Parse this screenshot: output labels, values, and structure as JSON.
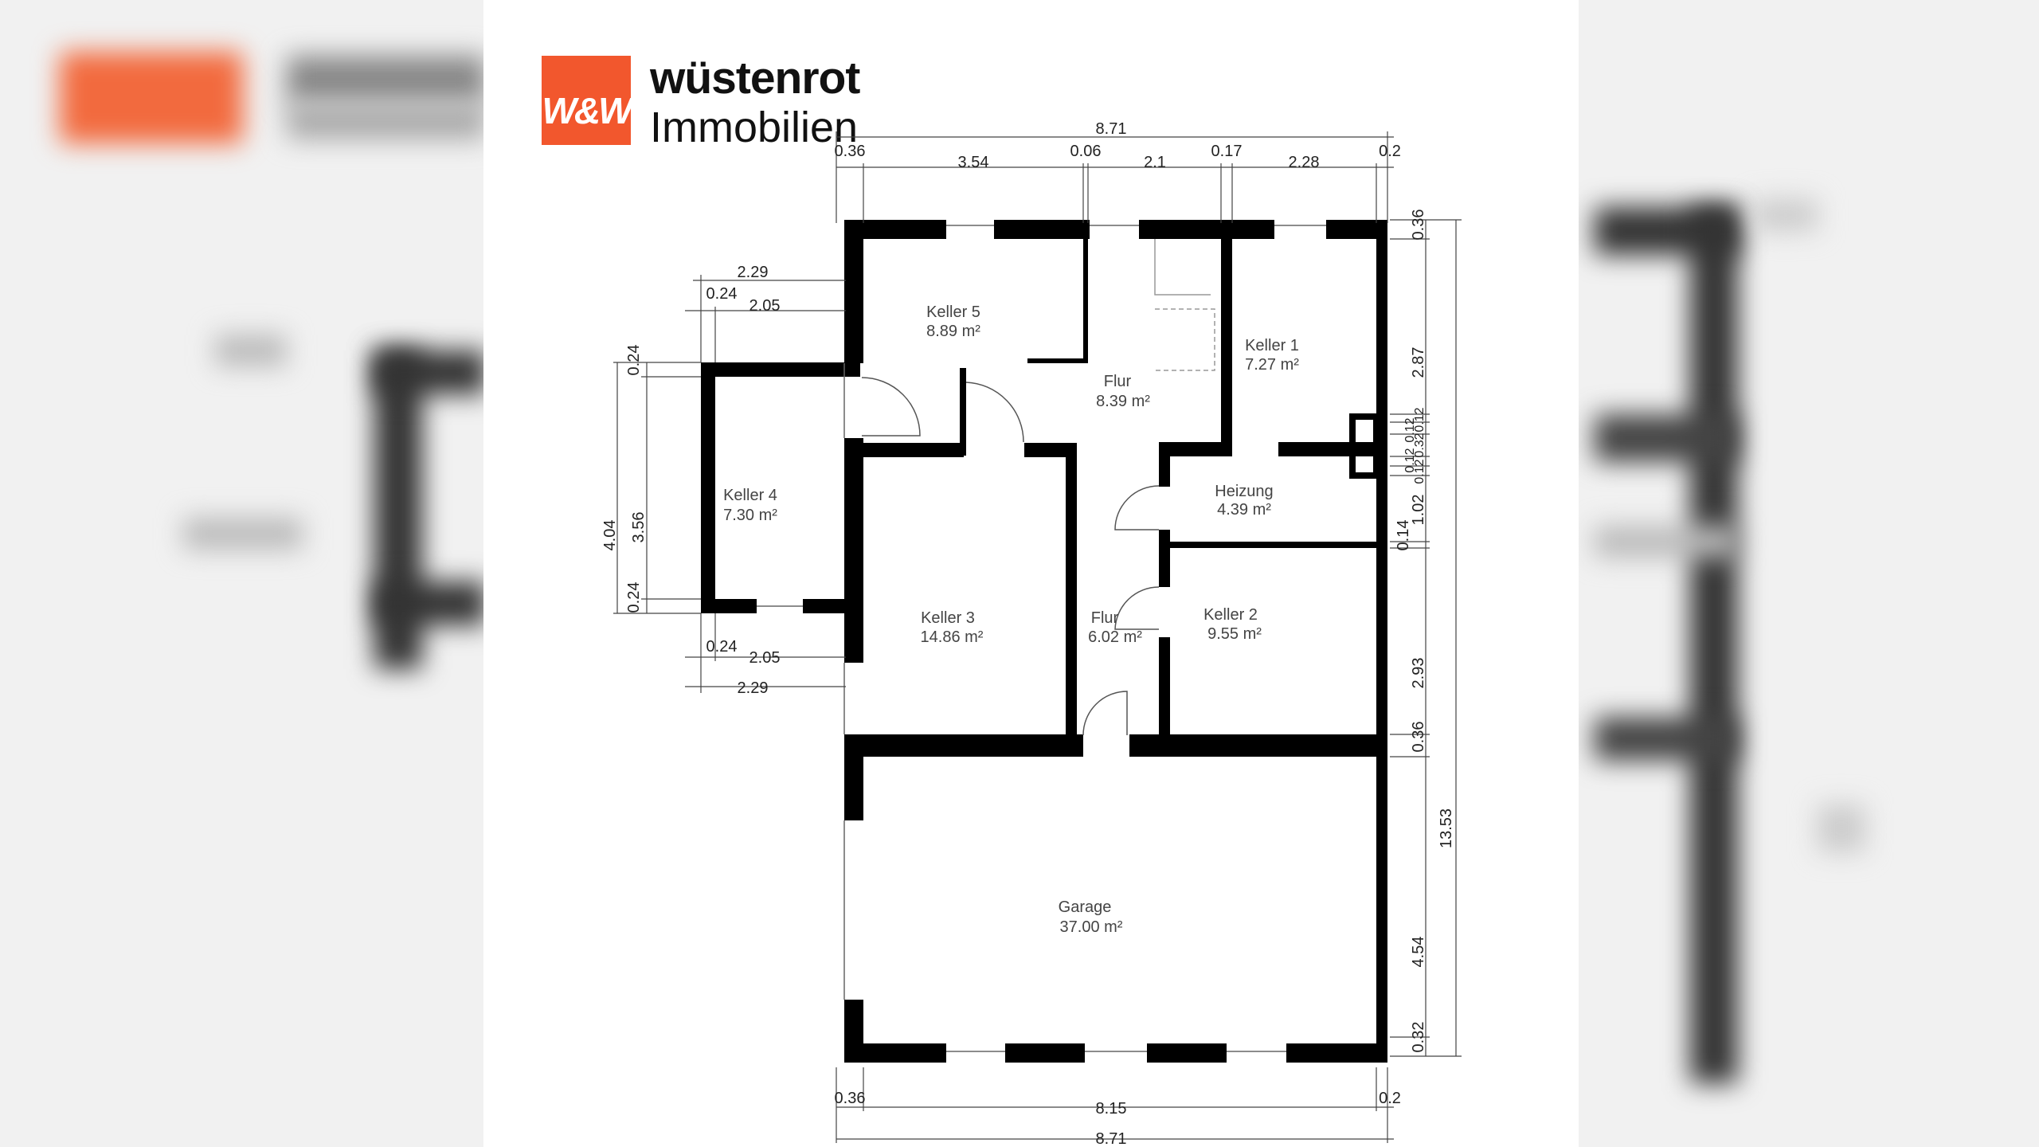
{
  "logo": {
    "mark": "W&W",
    "brand": "wüstenrot",
    "subtitle": "Immobilien",
    "color": "#f2572d"
  },
  "rooms": {
    "keller5": {
      "name": "Keller 5",
      "area": "8.89 m²"
    },
    "flur_top": {
      "name": "Flur",
      "area": "8.39 m²"
    },
    "keller1": {
      "name": "Keller 1",
      "area": "7.27 m²"
    },
    "keller4": {
      "name": "Keller 4",
      "area": "7.30 m²"
    },
    "heizung": {
      "name": "Heizung",
      "area": "4.39 m²"
    },
    "keller3": {
      "name": "Keller 3",
      "area": "14.86 m²"
    },
    "flur_mid": {
      "name": "Flur",
      "area": "6.02 m²"
    },
    "keller2": {
      "name": "Keller 2",
      "area": "9.55 m²"
    },
    "garage": {
      "name": "Garage",
      "area": "37.00 m²"
    }
  },
  "dimensions": {
    "top_total": "8.71",
    "top_segments": [
      "0.36",
      "3.54",
      "0.06",
      "2.1",
      "0.17",
      "2.28",
      "0.2"
    ],
    "bottom_segments": [
      "0.36",
      "8.15",
      "0.2"
    ],
    "bottom_total": "8.71",
    "left_upper": [
      "2.29",
      "0.24",
      "2.05"
    ],
    "left_lower": [
      "0.24",
      "2.05",
      "2.29"
    ],
    "left_vertical": [
      "0.24",
      "4.04",
      "3.56",
      "0.24"
    ],
    "right_vertical": [
      "0.36",
      "2.87",
      "0.12",
      "0.12",
      "0.32",
      "0.12",
      "0.12",
      "1.02",
      "0.14",
      "2.93",
      "0.36",
      "4.54",
      "0.32"
    ],
    "right_total": "13.53"
  }
}
